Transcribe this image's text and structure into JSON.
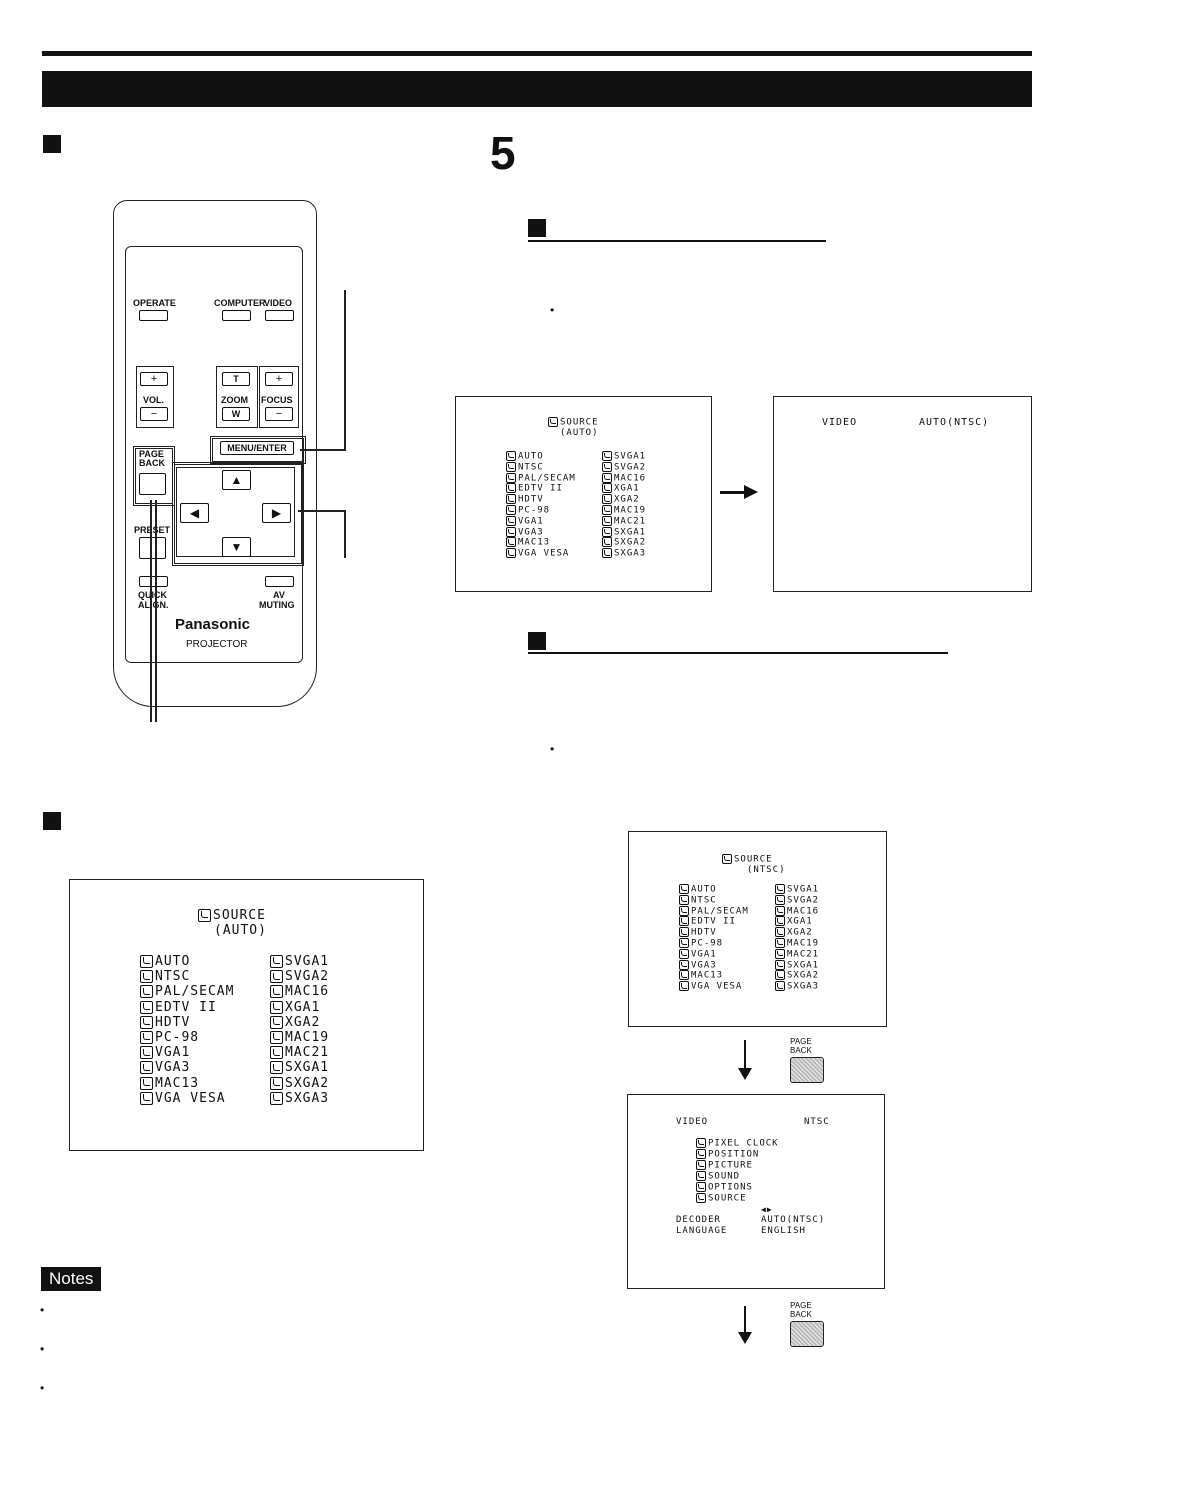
{
  "section_number": "5",
  "remote": {
    "operate": "OPERATE",
    "computer": "COMPUTER",
    "video": "VIDEO",
    "vol": "VOL.",
    "plus": "+",
    "minus": "−",
    "zoom_t": "T",
    "zoom": "ZOOM",
    "zoom_w": "W",
    "focus": "FOCUS",
    "menu_enter": "MENU/ENTER",
    "page_back_1": "PAGE",
    "page_back_2": "BACK",
    "preset": "PRESET",
    "quick_1": "QUICK",
    "quick_2": "ALIGN.",
    "av_1": "AV",
    "av_2": "MUTING",
    "brand": "Panasonic",
    "model": "PROJECTOR",
    "arrow_up": "▲",
    "arrow_down": "▼",
    "arrow_left": "◀",
    "arrow_right": "▶"
  },
  "source_menu": {
    "title": "SOURCE",
    "sub_auto": "(AUTO)",
    "sub_ntsc": "(NTSC)",
    "left": [
      "AUTO",
      "NTSC",
      "PAL/SECAM",
      "EDTV II",
      "HDTV",
      "PC-98",
      "VGA1",
      "VGA3",
      "MAC13",
      "VGA VESA"
    ],
    "right": [
      "SVGA1",
      "SVGA2",
      "MAC16",
      "XGA1",
      "XGA2",
      "MAC19",
      "MAC21",
      "SXGA1",
      "SXGA2",
      "SXGA3"
    ]
  },
  "video_screen_top": {
    "left": "VIDEO",
    "right": "AUTO(NTSC)"
  },
  "video_screen_bottom": {
    "left": "VIDEO",
    "right": "NTSC",
    "items": [
      "PIXEL CLOCK",
      "POSITION",
      "PICTURE",
      "SOUND",
      "OPTIONS",
      "SOURCE"
    ],
    "lr_arrows": "◀▶",
    "decoder_label": "DECODER",
    "decoder_value": "AUTO(NTSC)",
    "language_label": "LANGUAGE",
    "language_value": "ENGLISH"
  },
  "page_back_label_1": "PAGE",
  "page_back_label_2": "BACK",
  "notes": "Notes",
  "bullet": "•"
}
